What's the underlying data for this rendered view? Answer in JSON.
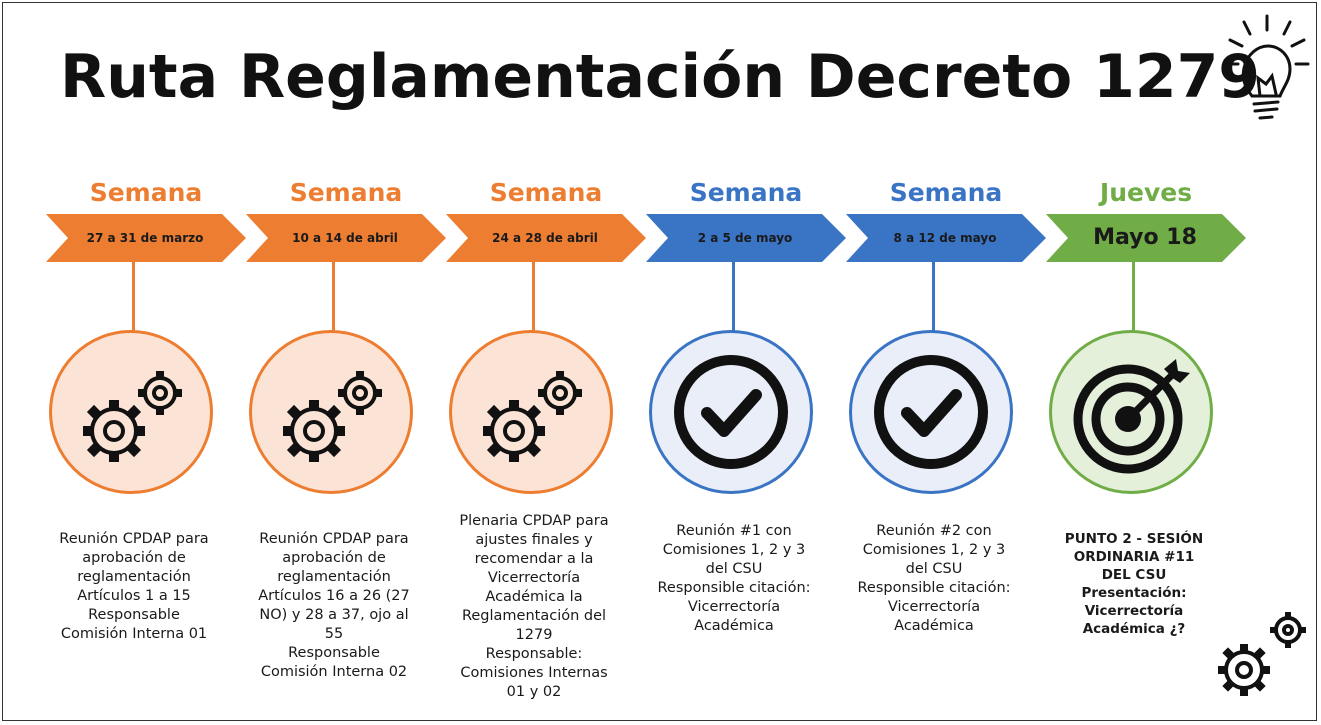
{
  "title": "Ruta Reglamentación Decreto 1279",
  "colors": {
    "orange": "#ED7D31",
    "blue": "#3A74C4",
    "green": "#70AD47",
    "circle_orange": "#FBE3D5",
    "circle_blue": "#E9EEF8",
    "circle_green": "#E5F0DB"
  },
  "steps": [
    {
      "heading": "Semana",
      "date": "27  a 31 de marzo",
      "icon": "gears-icon",
      "desc": [
        "Reunión CPDAP para",
        "aprobación de",
        "reglamentación",
        "Artículos 1 a 15",
        "Responsable",
        "Comisión Interna 01"
      ]
    },
    {
      "heading": "Semana",
      "date": "10 a 14 de abril",
      "icon": "gears-icon",
      "desc": [
        "Reunión CPDAP para",
        "aprobación de",
        "reglamentación",
        "Artículos 16 a 26 (27",
        "NO) y 28 a 37, ojo al",
        "55",
        "Responsable",
        "Comisión Interna 02"
      ]
    },
    {
      "heading": "Semana",
      "date": "24 a 28 de abril",
      "icon": "gears-icon",
      "desc": [
        "Plenaria CPDAP para",
        "ajustes finales y",
        "recomendar a la",
        "Vicerrectoría",
        "Académica la",
        "Reglamentación del",
        "1279",
        "Responsable:",
        "Comisiones Internas",
        "01 y 02"
      ]
    },
    {
      "heading": "Semana",
      "date": "2 a 5 de mayo",
      "icon": "checkmark-icon",
      "desc": [
        "Reunión #1 con",
        "Comisiones 1, 2 y 3",
        "del CSU",
        "Responsible citación:",
        "Vicerrectoría",
        "Académica"
      ]
    },
    {
      "heading": "Semana",
      "date": "8 a 12 de mayo",
      "icon": "checkmark-icon",
      "desc": [
        "Reunión #2 con",
        "Comisiones  1, 2 y 3",
        "del CSU",
        "Responsible citación:",
        "Vicerrectoría",
        "Académica"
      ]
    },
    {
      "heading": "Jueves",
      "date": "Mayo 18",
      "icon": "target-icon",
      "desc": [
        "PUNTO 2  - SESIÓN",
        "ORDINARIA #11",
        "DEL CSU",
        "Presentación:",
        "Vicerrectoría",
        "Académica ¿?"
      ]
    }
  ]
}
